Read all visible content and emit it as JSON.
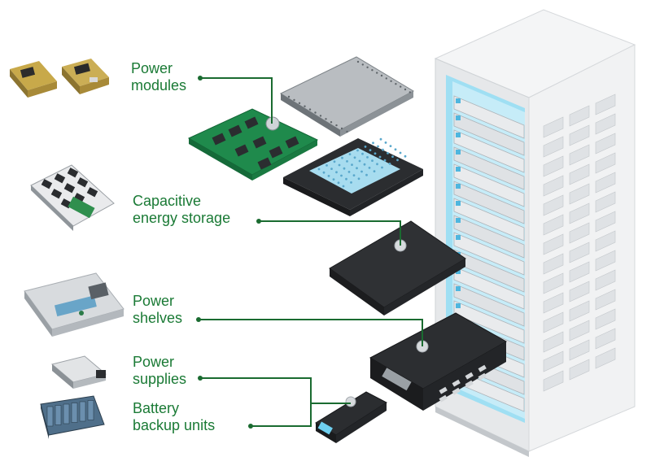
{
  "labels": {
    "power_modules": {
      "line1": "Power",
      "line2": "modules"
    },
    "capacitive_storage": {
      "line1": "Capacitive",
      "line2": "energy storage"
    },
    "power_shelves": {
      "line1": "Power",
      "line2": "shelves"
    },
    "power_supplies": {
      "line1": "Power",
      "line2": "supplies"
    },
    "battery_backup": {
      "line1": "Battery",
      "line2": "backup units"
    }
  },
  "colors": {
    "label_text": "#1a7a35",
    "leader_line": "#1a6b30",
    "rack_body": "#eceef0",
    "rack_shadow": "#c9cdd1",
    "pcb_green": "#1f8a4c",
    "dark_enclosure": "#2b2d30",
    "highlight_blue": "#8fd8f2"
  },
  "icons": [
    "power-module-chip-icon",
    "capacitor-board-icon",
    "power-shelf-unit-icon",
    "power-supply-unit-icon",
    "battery-pack-icon",
    "server-rack-icon"
  ]
}
